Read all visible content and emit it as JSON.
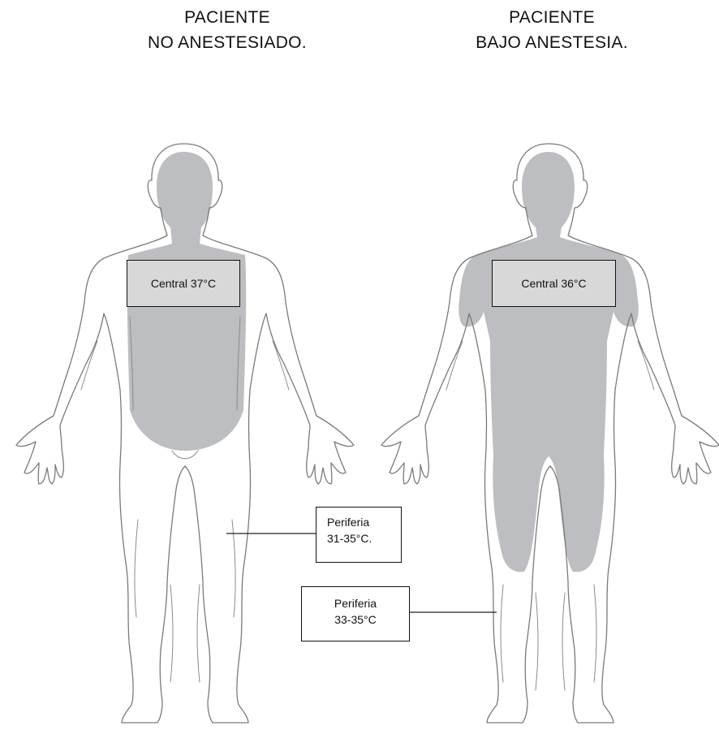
{
  "titles": {
    "left": {
      "line1": "PACIENTE",
      "line2": "NO ANESTESIADO."
    },
    "right": {
      "line1": "PACIENTE",
      "line2": "BAJO ANESTESIA."
    }
  },
  "labels": {
    "central_left": "Central 37°C",
    "central_right": "Central 36°C",
    "peripheral_left": {
      "line1": "Periferia",
      "line2": "31-35°C."
    },
    "peripheral_right": {
      "line1": "Periferia",
      "line2": "33-35°C"
    }
  },
  "colors": {
    "core_fill": "#bdbec1",
    "outline": "#7a7a7a",
    "central_box_fill": "#d8d8d8",
    "text": "#111111"
  }
}
